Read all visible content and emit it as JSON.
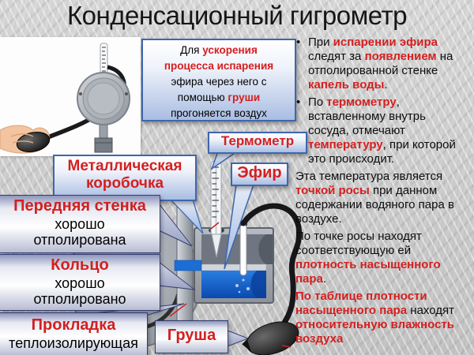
{
  "title": "Конденсационный гигрометр",
  "bullet_glyph": "•",
  "info_box": {
    "runs": [
      {
        "t": "Для "
      },
      {
        "t": "ускорения процесса испарения",
        "red": true
      },
      {
        "t": " эфира через него с помощью "
      },
      {
        "t": "груши",
        "red": true
      },
      {
        "t": " прогоняется воздух"
      }
    ]
  },
  "callouts": {
    "thermometer": {
      "label": "Термометр"
    },
    "ether": {
      "label": "Эфир"
    },
    "metal_box": {
      "label": "Металлическая коробочка"
    },
    "front_wall": {
      "title": "Передняя стенка",
      "sub": "хорошо отполирована"
    },
    "ring": {
      "title": "Кольцо",
      "sub": "хорошо отполировано"
    },
    "gasket": {
      "title": "Прокладка",
      "sub": "теплоизолирующая"
    },
    "bulb": {
      "label": "Груша"
    }
  },
  "paragraphs": [
    {
      "bullet": true,
      "runs": [
        {
          "t": "При "
        },
        {
          "t": "испарении эфира",
          "red": true
        },
        {
          "t": " следят за "
        },
        {
          "t": "появлением",
          "red": true
        },
        {
          "t": " на отполированной стенке "
        },
        {
          "t": "капель воды",
          "red": true
        },
        {
          "t": "."
        }
      ]
    },
    {
      "bullet": true,
      "runs": [
        {
          "t": "По "
        },
        {
          "t": "термометру",
          "red": true
        },
        {
          "t": ", вставленному внутрь сосуда, отмечают "
        },
        {
          "t": "температуру",
          "red": true
        },
        {
          "t": ", при которой это происходит."
        }
      ]
    },
    {
      "bullet": false,
      "runs": [
        {
          "t": "Эта температура является "
        },
        {
          "t": "точкой росы",
          "red": true
        },
        {
          "t": " при данном содержании водяного пара в воздухе."
        }
      ]
    },
    {
      "bullet": false,
      "runs": [
        {
          "t": "По точке росы находят соответствующую ей "
        },
        {
          "t": "плотность насыщенного пара",
          "red": true
        },
        {
          "t": "."
        }
      ]
    },
    {
      "bullet": false,
      "runs": [
        {
          "t": "По таблице плотности насыщенного пара",
          "red": true
        },
        {
          "t": " находят "
        },
        {
          "t": "относительную влажность воздуха",
          "red": true
        }
      ]
    }
  ],
  "colors": {
    "accent_red": "#d41f1f",
    "callout_border_blue": "#3f66ad",
    "callout_border_navy": "#343c6e",
    "liquid_blue": "#1266cc",
    "marble_gray": "#cdcdcd"
  }
}
